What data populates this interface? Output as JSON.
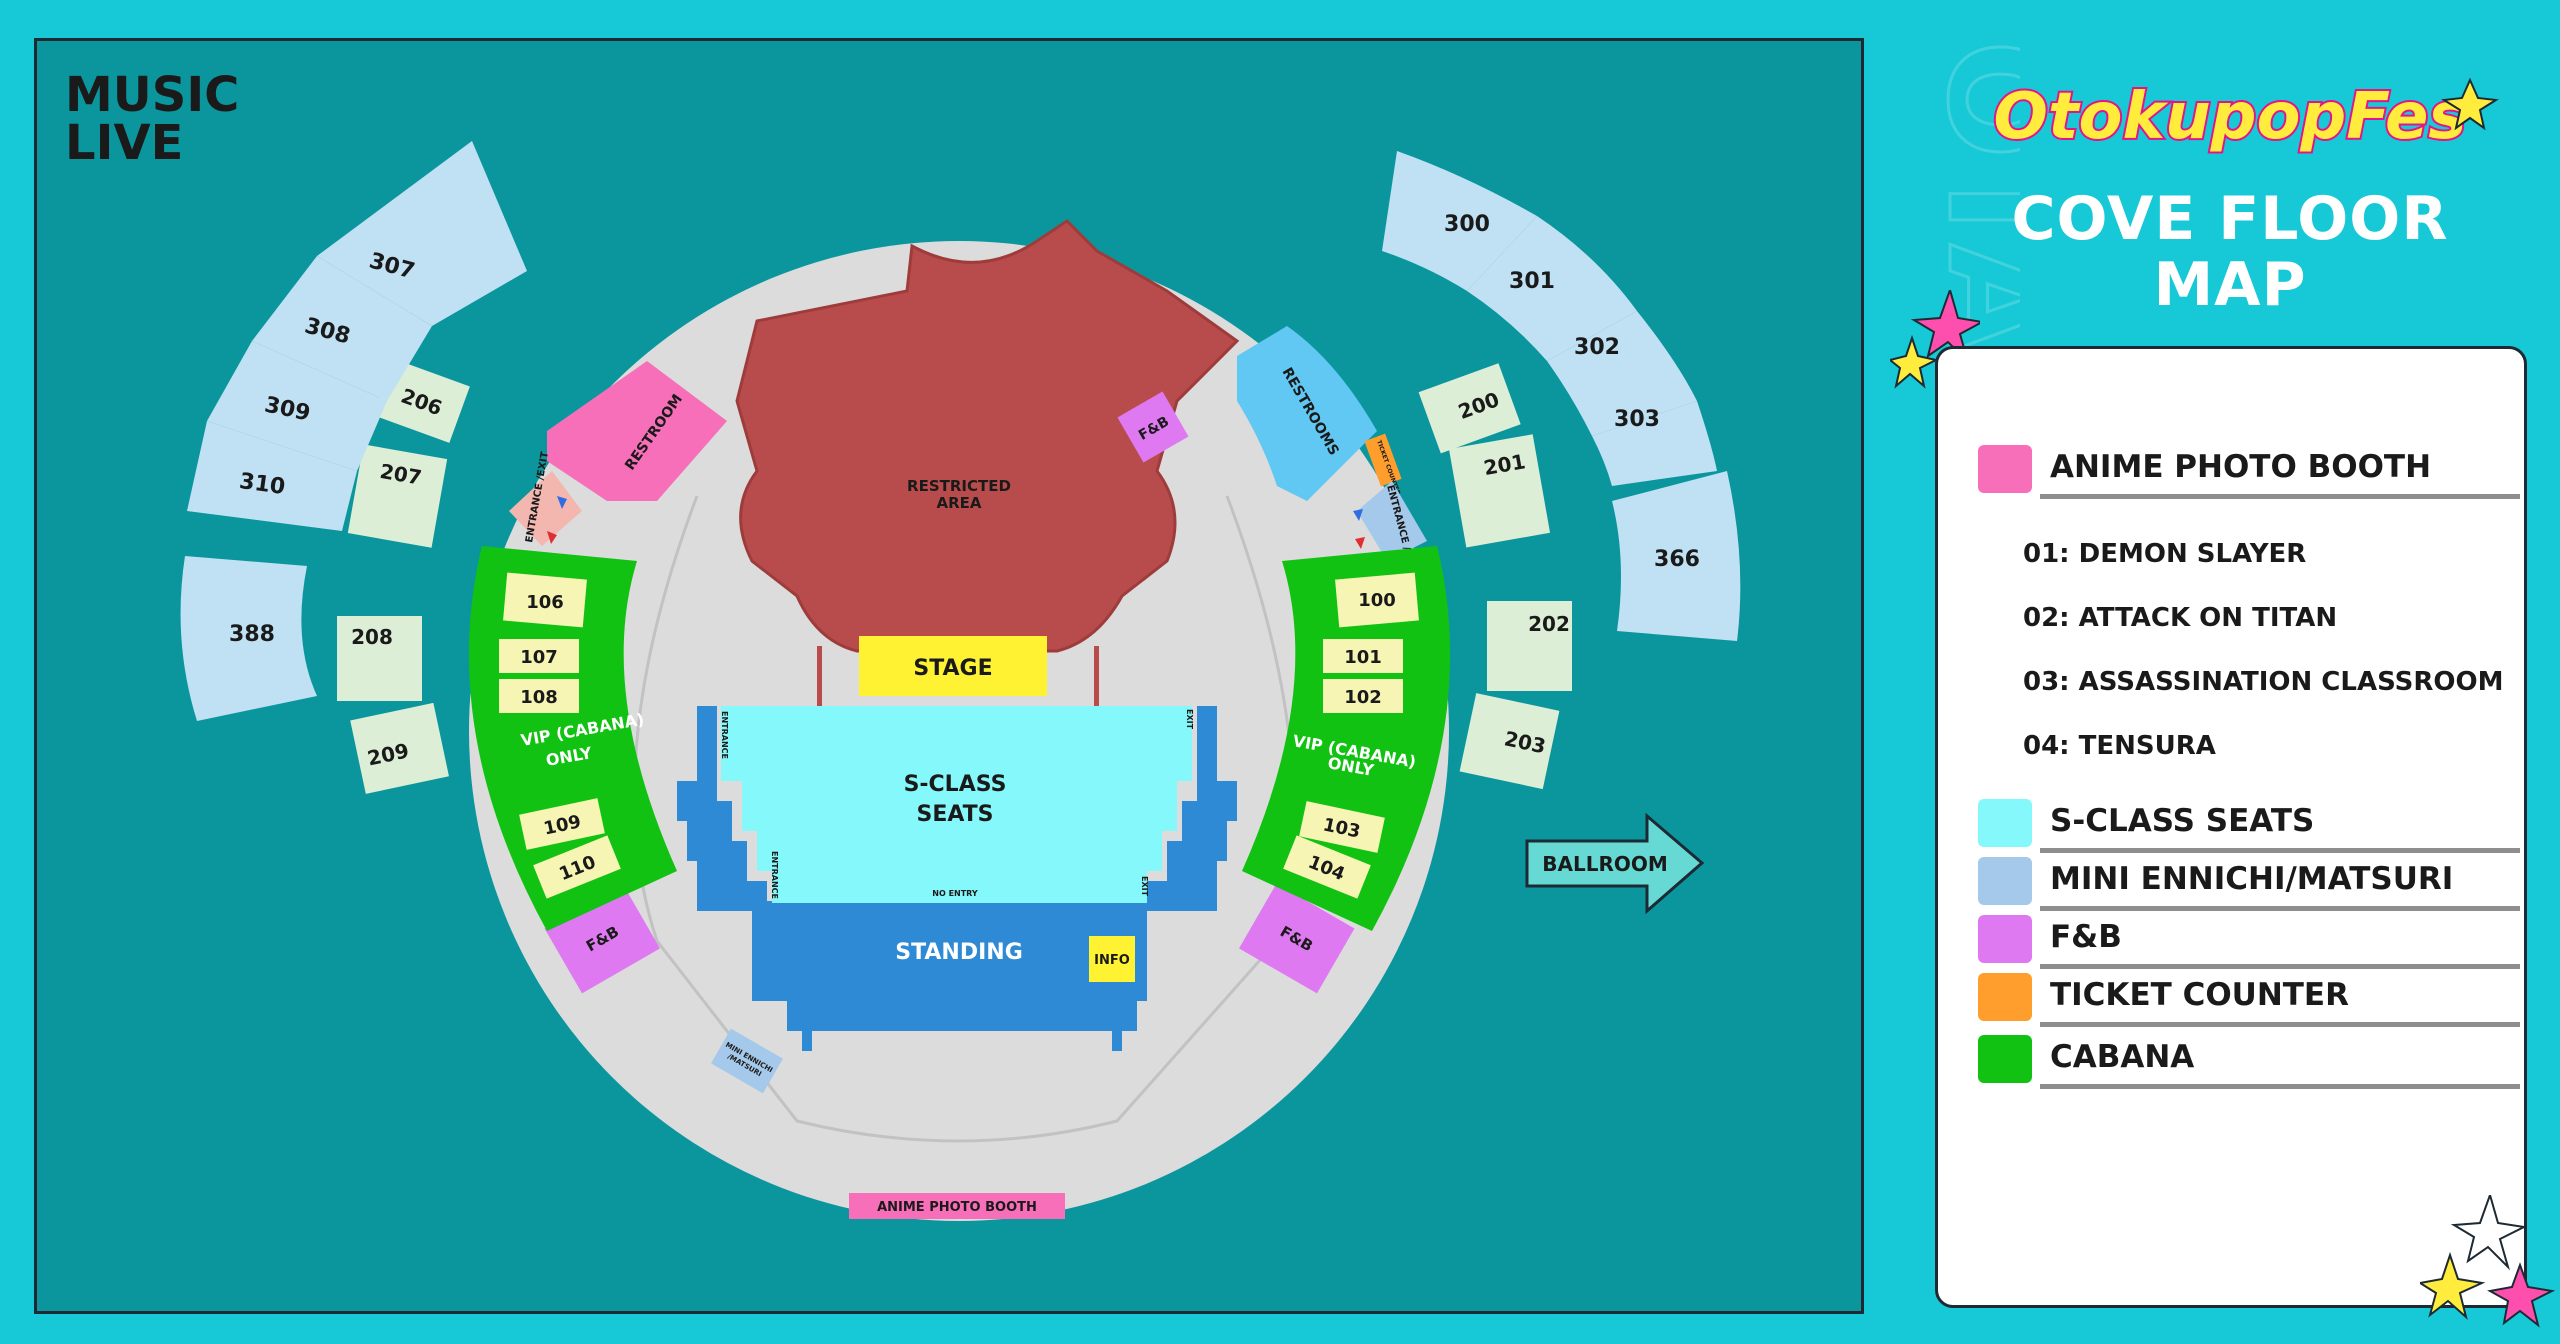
{
  "map": {
    "corner_title_line1": "MUSIC",
    "corner_title_line2": "LIVE",
    "restricted_area_line1": "RESTRICTED",
    "restricted_area_line2": "AREA",
    "stage": "STAGE",
    "s_class_line1": "S-CLASS",
    "s_class_line2": "SEATS",
    "standing": "STANDING",
    "info": "INFO",
    "no_entry": "NO ENTRY",
    "entrance_small": "ENTRANCE",
    "exit_small": "EXIT",
    "restroom_left": "RESTROOM",
    "restrooms_right": "RESTROOMS",
    "ticket_counter_small": "TICKET COUNTER",
    "entrance_exit": "ENTRANCE /EXIT",
    "fnb": "F&B",
    "vip_line1": "VIP (CABANA)",
    "vip_line2": "ONLY",
    "mini_ennichi_line1": "MINI ENNICHI",
    "mini_ennichi_line2": "/MATSURI",
    "anime_photo_booth": "ANIME PHOTO BOOTH",
    "ballroom": "BALLROOM",
    "sections_3xx_left": [
      "307",
      "308",
      "309",
      "310"
    ],
    "section_388": "388",
    "sections_3xx_right": [
      "300",
      "301",
      "302",
      "303"
    ],
    "section_366": "366",
    "sections_2xx_left": [
      "206",
      "207",
      "208",
      "209"
    ],
    "sections_2xx_right": [
      "200",
      "201",
      "202",
      "203"
    ],
    "cabana_left": [
      "106",
      "107",
      "108",
      "109",
      "110"
    ],
    "cabana_right": [
      "100",
      "101",
      "102",
      "103",
      "104"
    ]
  },
  "header": {
    "logo_text": "OtokupopFes",
    "title_line1": "COVE FLOOR",
    "title_line2": "MAP",
    "watermark": "OTAKUPOPFES"
  },
  "legend": {
    "items": [
      {
        "label": "ANIME PHOTO BOOTH",
        "color": "#f76eb9"
      },
      {
        "label": "S-CLASS SEATS",
        "color": "#84f8fb"
      },
      {
        "label": "MINI ENNICHI/MATSURI",
        "color": "#a5c9eb"
      },
      {
        "label": "F&B",
        "color": "#de79f2"
      },
      {
        "label": "TICKET COUNTER",
        "color": "#ff9e2c"
      },
      {
        "label": "CABANA",
        "color": "#12c212"
      }
    ],
    "photo_booth_items": [
      "01: DEMON SLAYER",
      "02: ATTACK ON TITAN",
      "03: ASSASSINATION CLASSROOM",
      "04: TENSURA"
    ]
  },
  "colors": {
    "background": "#17c9d6",
    "map_bg": "#0b969e",
    "floor": "#dcdcdc",
    "restricted": "#b84c4c",
    "stage": "#fff233",
    "s_class": "#84f8fb",
    "standing": "#2f8ad6",
    "cabana": "#12c212",
    "cabana_seat": "#f6f5b4",
    "mini_ennichi": "#bfe1f3",
    "section_2xx": "#dceed6",
    "fnb": "#de79f2",
    "photo_booth": "#f76eb9",
    "restroom_right": "#61c7f3",
    "ticket_counter": "#ff9e2c"
  }
}
